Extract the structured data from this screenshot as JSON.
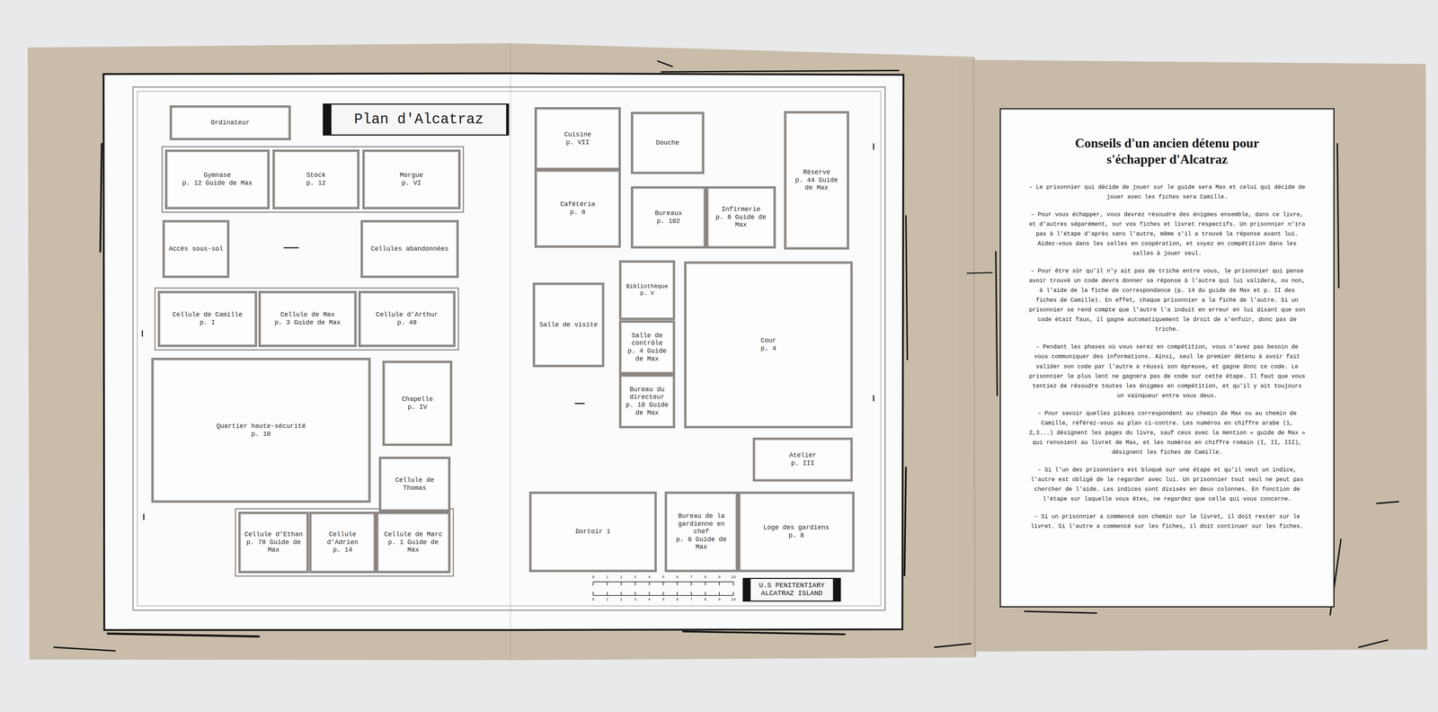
{
  "diagram": {
    "title": "Plan d'Alcatraz",
    "nodes": [
      {
        "text": [
          "Ordinateur"
        ]
      },
      {
        "text": [
          "Gymnase",
          "p. 12 Guide de Max"
        ]
      },
      {
        "text": [
          "Stock",
          "p. 12"
        ]
      },
      {
        "text": [
          "Morgue",
          "p. VI"
        ]
      },
      {
        "text": [
          "Accès sous-sol"
        ]
      },
      {
        "text": [
          "Cellules abandonnées"
        ]
      },
      {
        "text": [
          "Cellule de Camille",
          "p. I"
        ]
      },
      {
        "text": [
          "Cellule de Max",
          "p. 3 Guide de Max"
        ]
      },
      {
        "text": [
          "Cellule d'Arthur",
          "p. 48"
        ]
      },
      {
        "text": [
          "Quartier haute-sécurité",
          "p. 10"
        ]
      },
      {
        "text": [
          "Chapelle",
          "p. IV"
        ]
      },
      {
        "text": [
          "Cellule de Thomas"
        ]
      },
      {
        "text": [
          "Cellule d'Ethan",
          "p. 78 Guide de Max"
        ]
      },
      {
        "text": [
          "Cellule d'Adrien",
          "p. 14"
        ]
      },
      {
        "text": [
          "Cellule de Marc",
          "p. 1 Guide de Max"
        ]
      },
      {
        "text": [
          "Cuisine",
          "p. VII"
        ]
      },
      {
        "text": [
          "Douche"
        ]
      },
      {
        "text": [
          "Réserve",
          "p. 44 Guide de Max"
        ]
      },
      {
        "text": [
          "Cafétéria",
          "p. 6"
        ]
      },
      {
        "text": [
          "Bureaux",
          "p. 102"
        ]
      },
      {
        "text": [
          "Infirmerie",
          "p. 8 Guide de Max"
        ]
      },
      {
        "text": [
          "Bibliothèque",
          "p. V"
        ]
      },
      {
        "text": [
          "Salle de visite"
        ]
      },
      {
        "text": [
          "Cour",
          "p. 4"
        ]
      },
      {
        "text": [
          "Salle de contrôle",
          "p. 4 Guide de Max"
        ]
      },
      {
        "text": [
          "Bureau du directeur",
          "p. 10 Guide de Max"
        ]
      },
      {
        "text": [
          "Atelier",
          "p. III"
        ]
      },
      {
        "text": [
          "Dortoir 1"
        ]
      },
      {
        "text": [
          "Bureau de la gardienne en chef",
          "p. 6 Guide de Max"
        ]
      },
      {
        "text": [
          "Loge des gardiens",
          "p. 8"
        ]
      },
      {
        "text": [
          "U.S PENITENTIARY ALCATRAZ ISLAND"
        ]
      },
      {
        "text": [
          "Conseils d'un ancien détenu pour s'échapper d'Alcatraz",
          "– Le prisonnier qui décide de jouer sur le guide sera Max et celui qui décide de jouer avec les fiches sera Camille.",
          "– Pour vous échapper, vous devrez résoudre des énigmes ensemble, dans ce livre, et d'autres séparément, sur vos fiches et livret respectifs. Un prisonnier n'ira pas à l'étape d'après sans l'autre, même s'il a trouvé la réponse avant lui. Aidez-vous dans les salles en coopération, et soyez en compétition dans les salles à jouer seul.",
          "– Pour être sûr qu'il n'y ait pas de triche entre vous, le prisonnier qui pense avoir trouvé un code devra donner sa réponse à l'autre qui lui validera, ou non, à l'aide de la fiche de correspondance (p. 14 du guide de Max et p. II des fiches de Camille). En effet, chaque prisonnier a la fiche de l'autre. Si un prisonnier se rend compte que l'autre l'a induit en erreur en lui disant que son code était faux, il gagne automatiquement le droit de s'enfuir, donc pas de triche.",
          "– Pendant les phases où vous serez en compétition, vous n'avez pas besoin de vous communiquer des informations. Ainsi, seul le premier détenu à avoir fait valider son code par l'autre a réussi son épreuve, et gagne donc ce code. Le prisonnier le plus lent ne gagnera pas de code sur cette étape. Il faut que vous tentiez de résoudre toutes les énigmes en compétition, et qu'il y ait toujours un vainqueur entre vous deux.",
          "– Pour savoir quelles pièces correspondent au chemin de Max ou au chemin de Camille, référez-vous au plan ci-contre. Les numéros en chiffre arabe (1, 2,3...) désignent les pages du livre, sauf ceux avec la mention « guide de Max » qui renvoient au livret de Max, et les numéros en chiffre romain (I, II, III), désignent les fiches de Camille.",
          "– Si l'un des prisonniers est bloqué sur une étape et qu'il veut un indice, l'autre est obligé de le regarder avec lui. Un prisonnier tout seul ne peut pas chercher de l'aide. Les indices sont divisés en deux colonnes. En fonction de l'étape sur laquelle vous êtes, ne regardez que celle qui vous concerne.",
          "– Si un prisonnier a commencé son chemin sur le livret, il doit rester sur le livret. Si l'autre a commencé sur les fiches, il doit continuer sur les fiches."
        ]
      }
    ],
    "labels": [
      "0",
      "1",
      "2",
      "3",
      "4",
      "5",
      "6",
      "7",
      "8",
      "9",
      "10",
      "0",
      "1",
      "2",
      "3",
      "4",
      "5",
      "6",
      "7",
      "8",
      "9",
      "10"
    ]
  }
}
